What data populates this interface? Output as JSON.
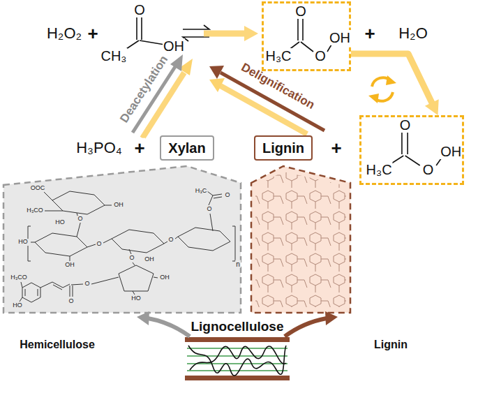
{
  "diagram": {
    "nodes": [
      {
        "text": [
          "O",
          "H₃C",
          "O",
          "OH"
        ]
      },
      {
        "text": [
          "O",
          "H₃C",
          "O",
          "OH"
        ]
      },
      {
        "text": [
          "Xylan"
        ]
      },
      {
        "text": [
          "Lignin"
        ]
      }
    ],
    "edges": [
      {
        "from": 0,
        "to": 1,
        "arrow": "to"
      }
    ],
    "labels": [
      "H₂O₂",
      "+",
      "O",
      "CH₃",
      "OH",
      "+",
      "H₂O",
      "Deacetylation",
      "Delignification",
      "H₃PO₄",
      "+",
      "+",
      "Lignocellulose",
      "Hemicellulose",
      "Lignin",
      "OOC",
      "H₃CO",
      "HO",
      "OH",
      "O",
      "HO",
      "OH",
      "O",
      "OH",
      "O",
      "H₃C",
      "O",
      "O",
      "n",
      "O",
      "OH",
      "HO",
      "O",
      "O",
      "H₃CO",
      "HO"
    ]
  }
}
